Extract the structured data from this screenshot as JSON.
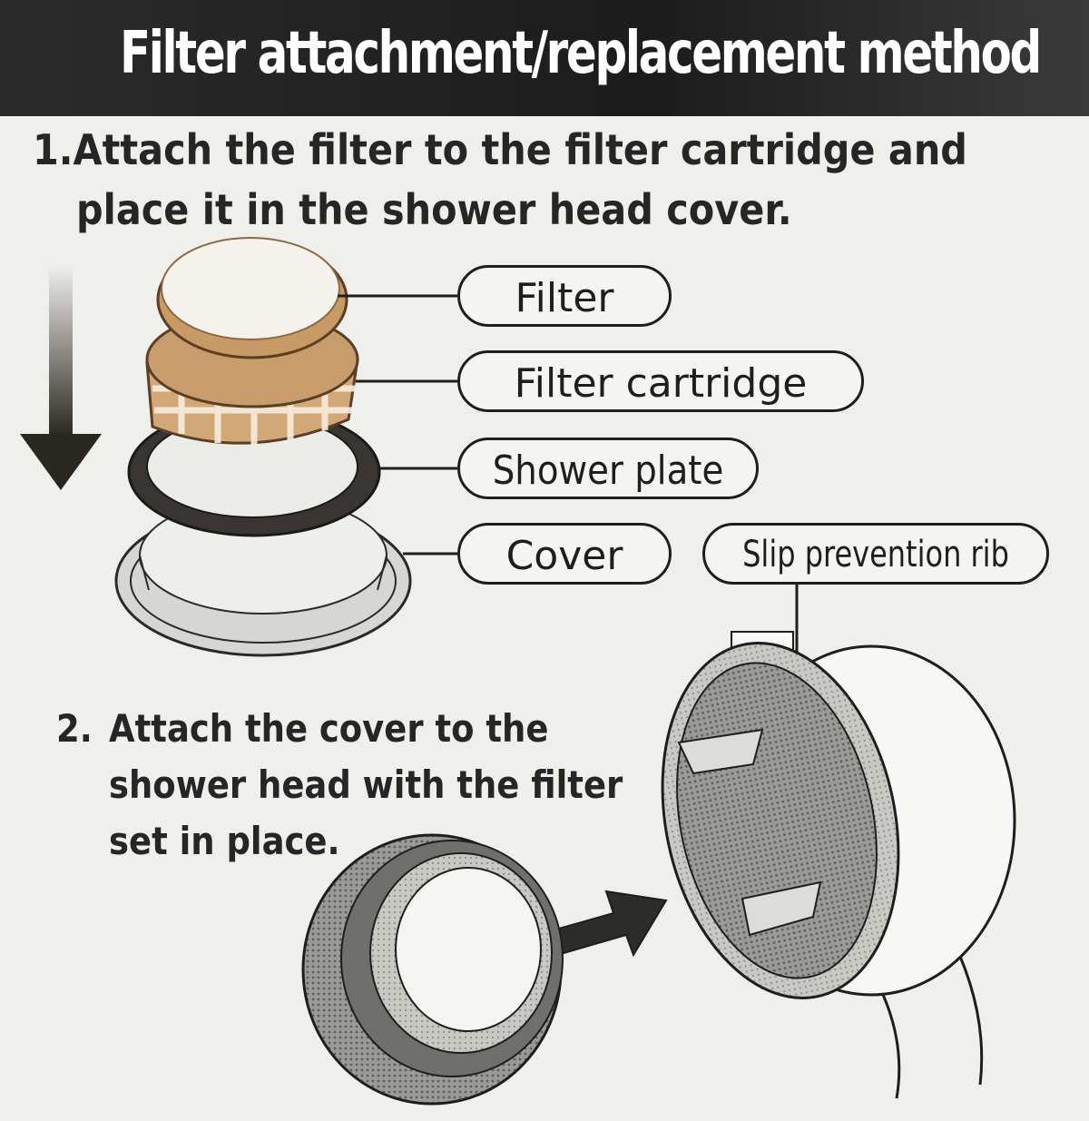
{
  "header": {
    "title": "Filter attachment/replacement method"
  },
  "step1": {
    "line1": "1.Attach the filter to the filter cartridge and",
    "line2": "place it in the shower head cover."
  },
  "labels": {
    "filter": "Filter",
    "filter_cartridge": "Filter cartridge",
    "shower_plate": "Shower plate",
    "cover": "Cover",
    "slip_prevention_rib": "Slip prevention rib"
  },
  "step2": {
    "number": "2.",
    "line1": "Attach the cover to the",
    "line2": "shower head with the filter",
    "line3": "set in place."
  },
  "colors": {
    "header_bg": "#222222",
    "header_text": "#ffffff",
    "filter_tint": "#d8b48a",
    "background": "#efefec"
  },
  "icons": [
    "down-arrow-icon",
    "right-arrow-icon"
  ]
}
